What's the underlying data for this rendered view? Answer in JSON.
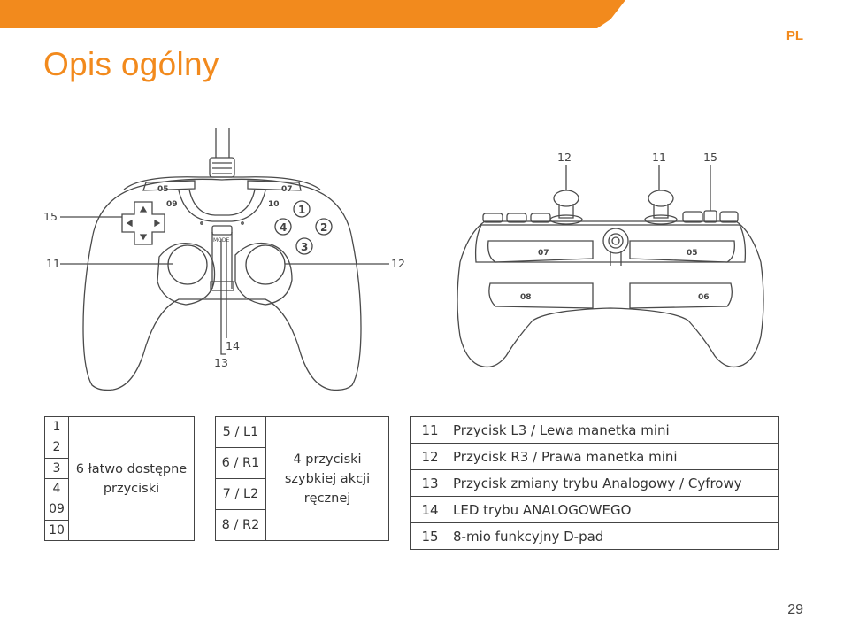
{
  "header": {
    "lang": "PL",
    "title": "Opis ogólny",
    "accent": "#f28a1d"
  },
  "diagram": {
    "front": {
      "callouts": [
        "15",
        "11",
        "12",
        "14",
        "13"
      ],
      "buttons": [
        "05",
        "07",
        "09",
        "10",
        "1",
        "2",
        "3",
        "4"
      ],
      "mode_label": "MODE"
    },
    "top": {
      "callouts": [
        "12",
        "11",
        "15"
      ],
      "buttons": [
        "07",
        "05",
        "08",
        "06"
      ]
    }
  },
  "table_a": {
    "numbers": [
      "1",
      "2",
      "3",
      "4",
      "09",
      "10"
    ],
    "description": "6 łatwo dostępne przyciski"
  },
  "table_b": {
    "numbers": [
      "5 / L1",
      "6 / R1",
      "7 / L2",
      "8 / R2"
    ],
    "description": "4 przyciski szybkiej akcji ręcznej"
  },
  "table_c": {
    "rows": [
      {
        "num": "11",
        "text": "Przycisk L3 / Lewa manetka mini"
      },
      {
        "num": "12",
        "text": "Przycisk R3 / Prawa manetka mini"
      },
      {
        "num": "13",
        "text": "Przycisk zmiany trybu Analogowy / Cyfrowy"
      },
      {
        "num": "14",
        "text": "LED trybu ANALOGOWEGO"
      },
      {
        "num": "15",
        "text": "8-mio funkcyjny D-pad"
      }
    ]
  },
  "footer": {
    "page_number": "29"
  }
}
